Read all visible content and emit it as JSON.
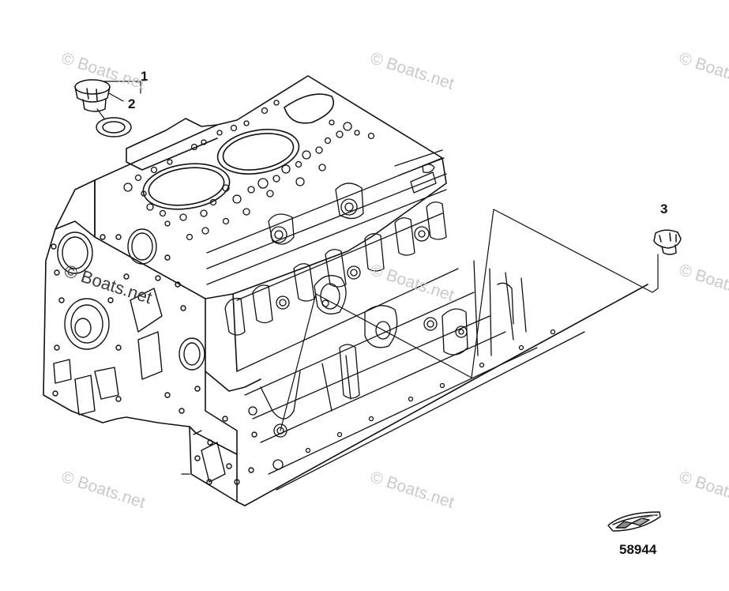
{
  "diagram": {
    "callouts": [
      {
        "id": "1",
        "label": "1"
      },
      {
        "id": "2",
        "label": "2"
      },
      {
        "id": "3",
        "label": "3"
      }
    ],
    "figure_number": "58944",
    "watermark": "© Boats.net"
  }
}
